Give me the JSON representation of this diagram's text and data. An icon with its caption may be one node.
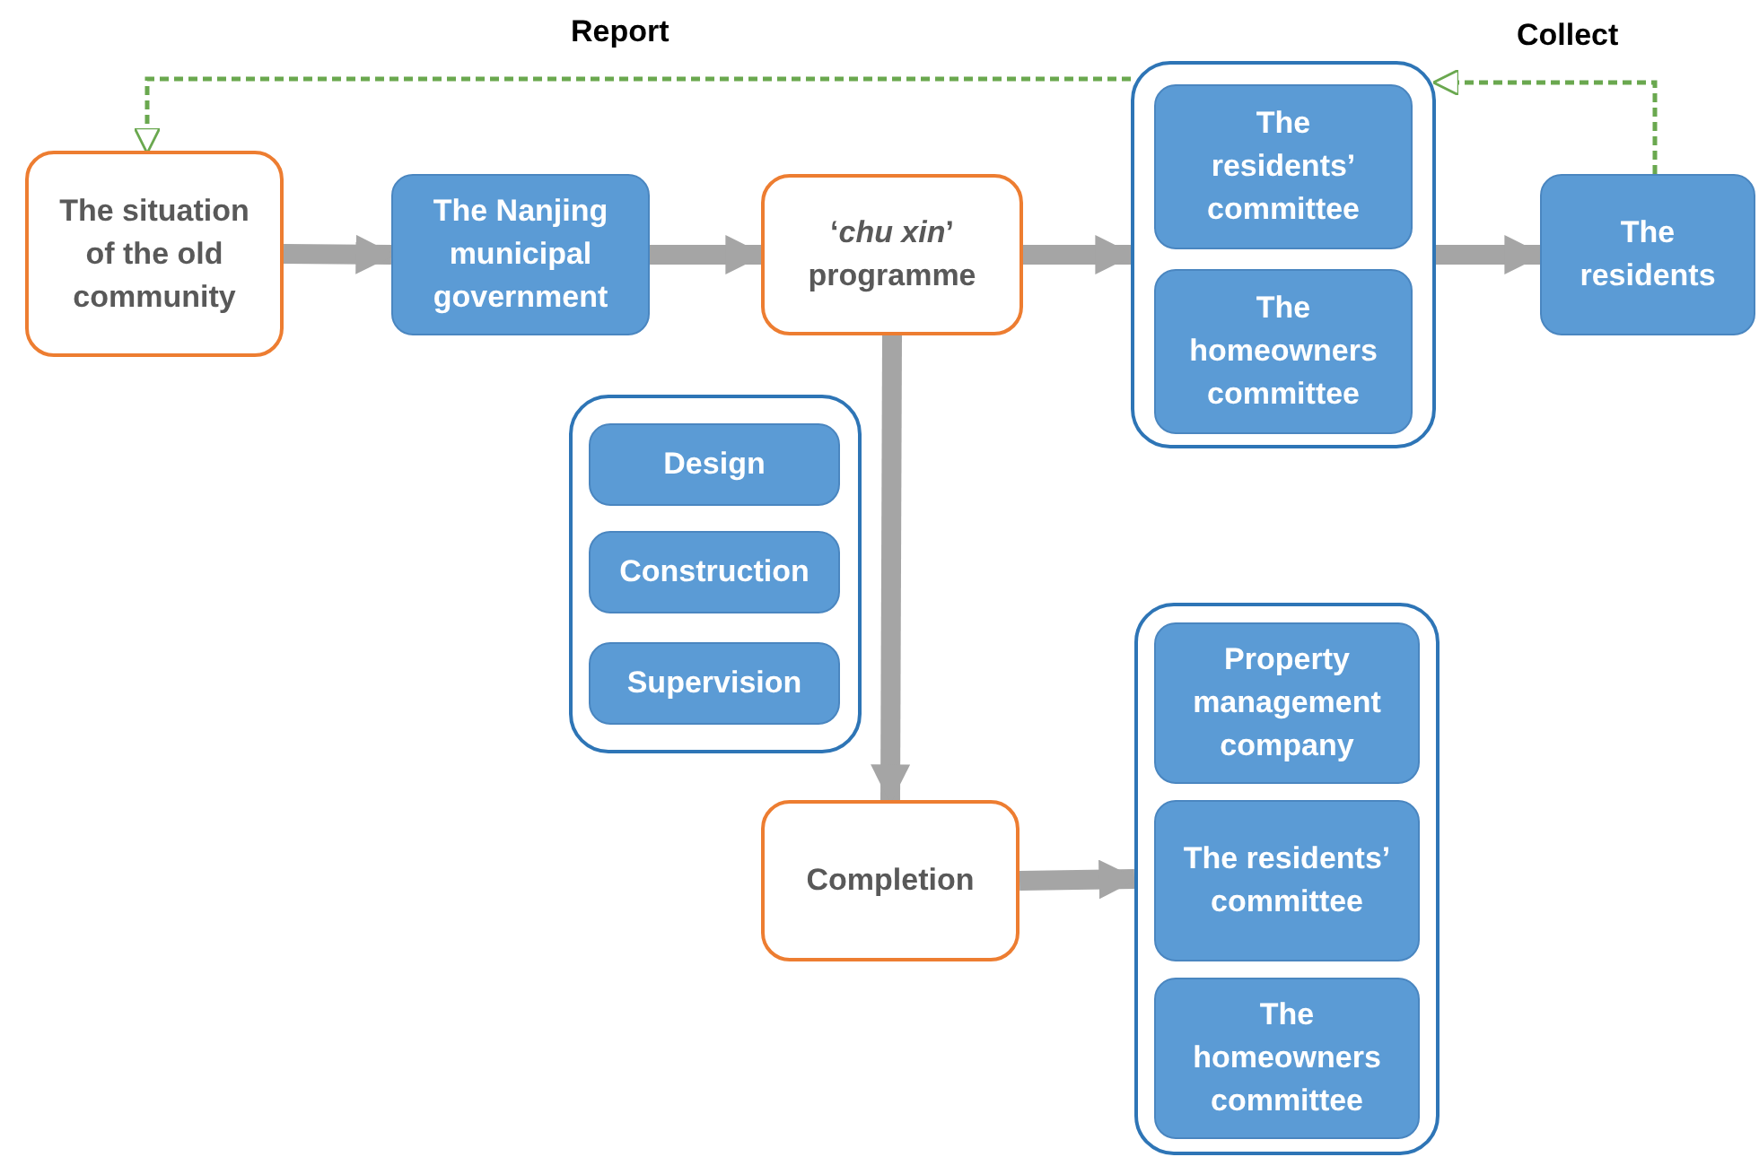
{
  "diagram": {
    "nodes": [
      {
        "text": [
          "The situation of the old community"
        ]
      },
      {
        "text": [
          "The Nanjing municipal government"
        ]
      },
      {
        "text": [
          "‘*chu xin*’ programme"
        ]
      },
      {
        "text": [],
        "shape": "box"
      },
      {
        "text": [
          "The residents’ committee"
        ],
        "in": 3
      },
      {
        "text": [
          "The homeowners committee"
        ],
        "in": 3
      },
      {
        "text": [
          "The residents"
        ]
      },
      {
        "text": [],
        "shape": "box"
      },
      {
        "text": [
          "Design"
        ],
        "in": 7
      },
      {
        "text": [
          "Construction"
        ],
        "in": 7
      },
      {
        "text": [
          "Supervision"
        ],
        "in": 7
      },
      {
        "text": [
          "Completion"
        ]
      },
      {
        "text": [],
        "shape": "box"
      },
      {
        "text": [
          "Property management company"
        ],
        "in": 12
      },
      {
        "text": [
          "The residents’ committee"
        ],
        "in": 12
      },
      {
        "text": [
          "The homeowners committee"
        ],
        "in": 12
      }
    ],
    "edges": [
      {
        "from": 0,
        "to": 1,
        "arrow": "to"
      },
      {
        "from": 1,
        "to": 2,
        "arrow": "to"
      },
      {
        "from": 2,
        "to": 3,
        "arrow": "to"
      },
      {
        "from": 3,
        "to": 6,
        "arrow": "to"
      },
      {
        "from": 2,
        "to": 11,
        "arrow": "to"
      },
      {
        "from": 11,
        "to": 12,
        "arrow": "to"
      },
      {
        "from": 3,
        "to": 0,
        "arrow": "to",
        "label": "Report",
        "style": "dashed",
        "color": "#6aa84f"
      },
      {
        "from": 6,
        "to": 3,
        "arrow": "to",
        "label": "Collect",
        "style": "dashed",
        "color": "#6aa84f"
      }
    ]
  }
}
